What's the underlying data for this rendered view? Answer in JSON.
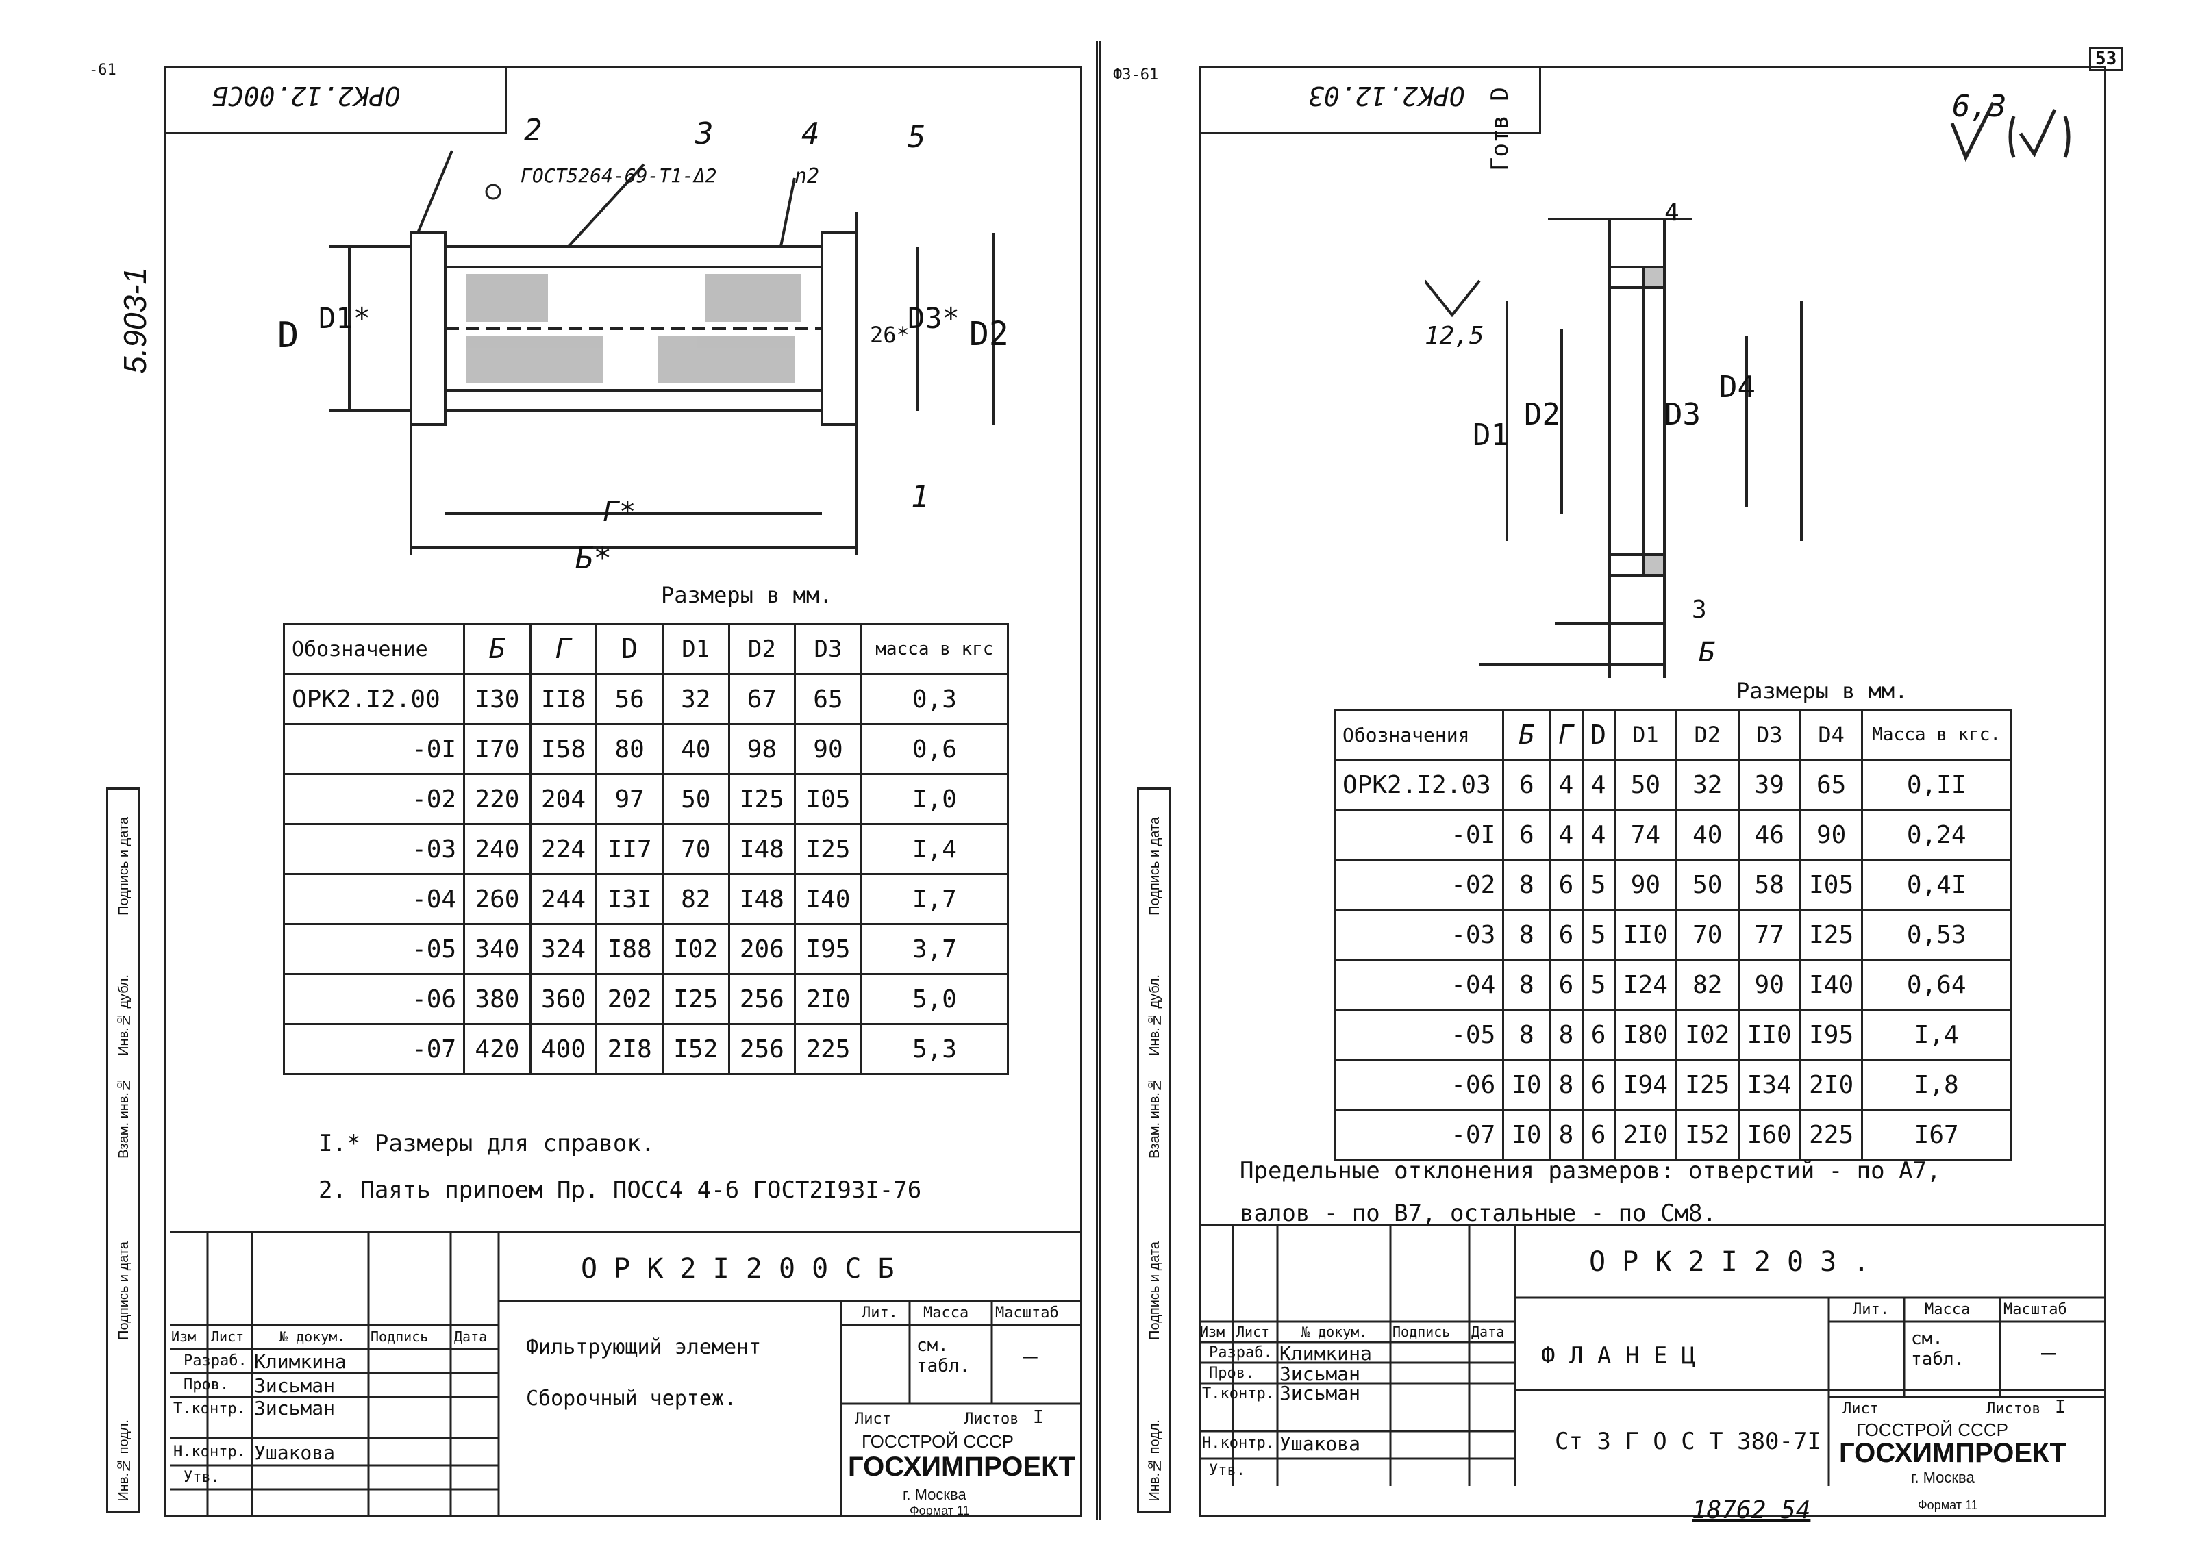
{
  "left": {
    "corner": "-61",
    "vertical_code": "5.903-1",
    "header_code": "ОРК2.12.00СБ",
    "part_labels": [
      "2",
      "3",
      "4",
      "5",
      "1"
    ],
    "callouts": {
      "gost": "ГОСТ5264-69-Т1-Δ2",
      "n2": "n2"
    },
    "dims": {
      "D": "D",
      "D1": "D1*",
      "D2": "D2",
      "D3": "D3*",
      "d26": "26*",
      "G": "Г*",
      "B": "Б*"
    },
    "units": "Размеры в мм.",
    "table": {
      "headers": [
        "Обозначение",
        "Б",
        "Г",
        "D",
        "D1",
        "D2",
        "D3",
        "масса в кгс"
      ],
      "rows": [
        [
          "ОРК2.I2.00",
          "I30",
          "II8",
          "56",
          "32",
          "67",
          "65",
          "0,3"
        ],
        [
          "-0I",
          "I70",
          "I58",
          "80",
          "40",
          "98",
          "90",
          "0,6"
        ],
        [
          "-02",
          "220",
          "204",
          "97",
          "50",
          "I25",
          "I05",
          "I,0"
        ],
        [
          "-03",
          "240",
          "224",
          "II7",
          "70",
          "I48",
          "I25",
          "I,4"
        ],
        [
          "-04",
          "260",
          "244",
          "I3I",
          "82",
          "I48",
          "I40",
          "I,7"
        ],
        [
          "-05",
          "340",
          "324",
          "I88",
          "I02",
          "206",
          "I95",
          "3,7"
        ],
        [
          "-06",
          "380",
          "360",
          "202",
          "I25",
          "256",
          "2I0",
          "5,0"
        ],
        [
          "-07",
          "420",
          "400",
          "2I8",
          "I52",
          "256",
          "225",
          "5,3"
        ]
      ]
    },
    "notes": [
      "I.* Размеры для справок.",
      "2. Паять припоем Пр. ПОСС4 4-6 ГОСТ2I93I-76"
    ],
    "title_block": {
      "designation": "О Р К  2   I 2   0 0   С Б",
      "name_line1": "Фильтрующий элемент",
      "name_line2": "Сборочный чертеж.",
      "col_heads": [
        "Изм",
        "Лист",
        "№ докум.",
        "Подпись",
        "Дата"
      ],
      "roles": [
        "Разраб.",
        "Пров.",
        "Т.контр.",
        "Н.контр.",
        "Утв."
      ],
      "people": [
        "Климкина",
        "Зисьман",
        "Зисьман",
        "Ушакова",
        ""
      ],
      "lit": "Лит.",
      "mass": "Масса",
      "scale": "Масштаб",
      "mass_val": "см. табл.",
      "scale_val": "—",
      "sheet": "Лист",
      "sheets": "Листов",
      "sheets_val": "I",
      "org1": "ГОССТРОЙ СССР",
      "org2": "ГОСХИМПРОЕКТ",
      "city": "г. Москва",
      "format": "Формат 11"
    }
  },
  "right": {
    "corner": "Ф3-61",
    "page_no": "53",
    "header_code": "ОРК2.12.03",
    "roughness": "6,3",
    "roughness_local": "12,5",
    "dims": {
      "hole": "Готв D",
      "d4top": "4",
      "D1": "D1",
      "D2": "D2",
      "D3": "D3",
      "D4": "D4",
      "d3": "3",
      "B": "Б"
    },
    "units": "Размеры в мм.",
    "table": {
      "headers": [
        "Обозначения",
        "Б",
        "Г",
        "D",
        "D1",
        "D2",
        "D3",
        "D4",
        "Масса в кгс."
      ],
      "rows": [
        [
          "ОРК2.I2.03",
          "6",
          "4",
          "4",
          "50",
          "32",
          "39",
          "65",
          "0,II"
        ],
        [
          "-0I",
          "6",
          "4",
          "4",
          "74",
          "40",
          "46",
          "90",
          "0,24"
        ],
        [
          "-02",
          "8",
          "6",
          "5",
          "90",
          "50",
          "58",
          "I05",
          "0,4I"
        ],
        [
          "-03",
          "8",
          "6",
          "5",
          "II0",
          "70",
          "77",
          "I25",
          "0,53"
        ],
        [
          "-04",
          "8",
          "6",
          "5",
          "I24",
          "82",
          "90",
          "I40",
          "0,64"
        ],
        [
          "-05",
          "8",
          "8",
          "6",
          "I80",
          "I02",
          "II0",
          "I95",
          "I,4"
        ],
        [
          "-06",
          "I0",
          "8",
          "6",
          "I94",
          "I25",
          "I34",
          "2I0",
          "I,8"
        ],
        [
          "-07",
          "I0",
          "8",
          "6",
          "2I0",
          "I52",
          "I60",
          "225",
          "I67"
        ]
      ]
    },
    "notes": [
      "Предельные отклонения размеров: отверстий - по А7,",
      "валов - по В7, остальные - по См8."
    ],
    "title_block": {
      "designation": "О Р К  2   I 2   0 3 .",
      "name": "Ф Л А Н Е Ц",
      "material": "Ст 3   Г О С Т 380-7I",
      "col_heads": [
        "Изм",
        "Лист",
        "№ докум.",
        "Подпись",
        "Дата"
      ],
      "roles": [
        "Разраб.",
        "Пров.",
        "Т.контр.",
        "Н.контр.",
        "Утв."
      ],
      "people": [
        "Климкина",
        "Зисьман",
        "Зисьман",
        "Ушакова",
        ""
      ],
      "lit": "Лит.",
      "mass": "Масса",
      "scale": "Масштаб",
      "mass_val": "см. табл.",
      "scale_val": "—",
      "sheet": "Лист",
      "sheets": "Листов",
      "sheets_val": "I",
      "org1": "ГОССТРОЙ СССР",
      "org2": "ГОСХИМПРОЕКТ",
      "city": "г. Москва",
      "format": "Формат 11",
      "archive": "18762  54"
    }
  },
  "side_strip": [
    "Инв.№ подл.",
    "Подпись и дата",
    "Взам. инв.№",
    "Инв.№ дубл.",
    "Подпись и дата"
  ]
}
